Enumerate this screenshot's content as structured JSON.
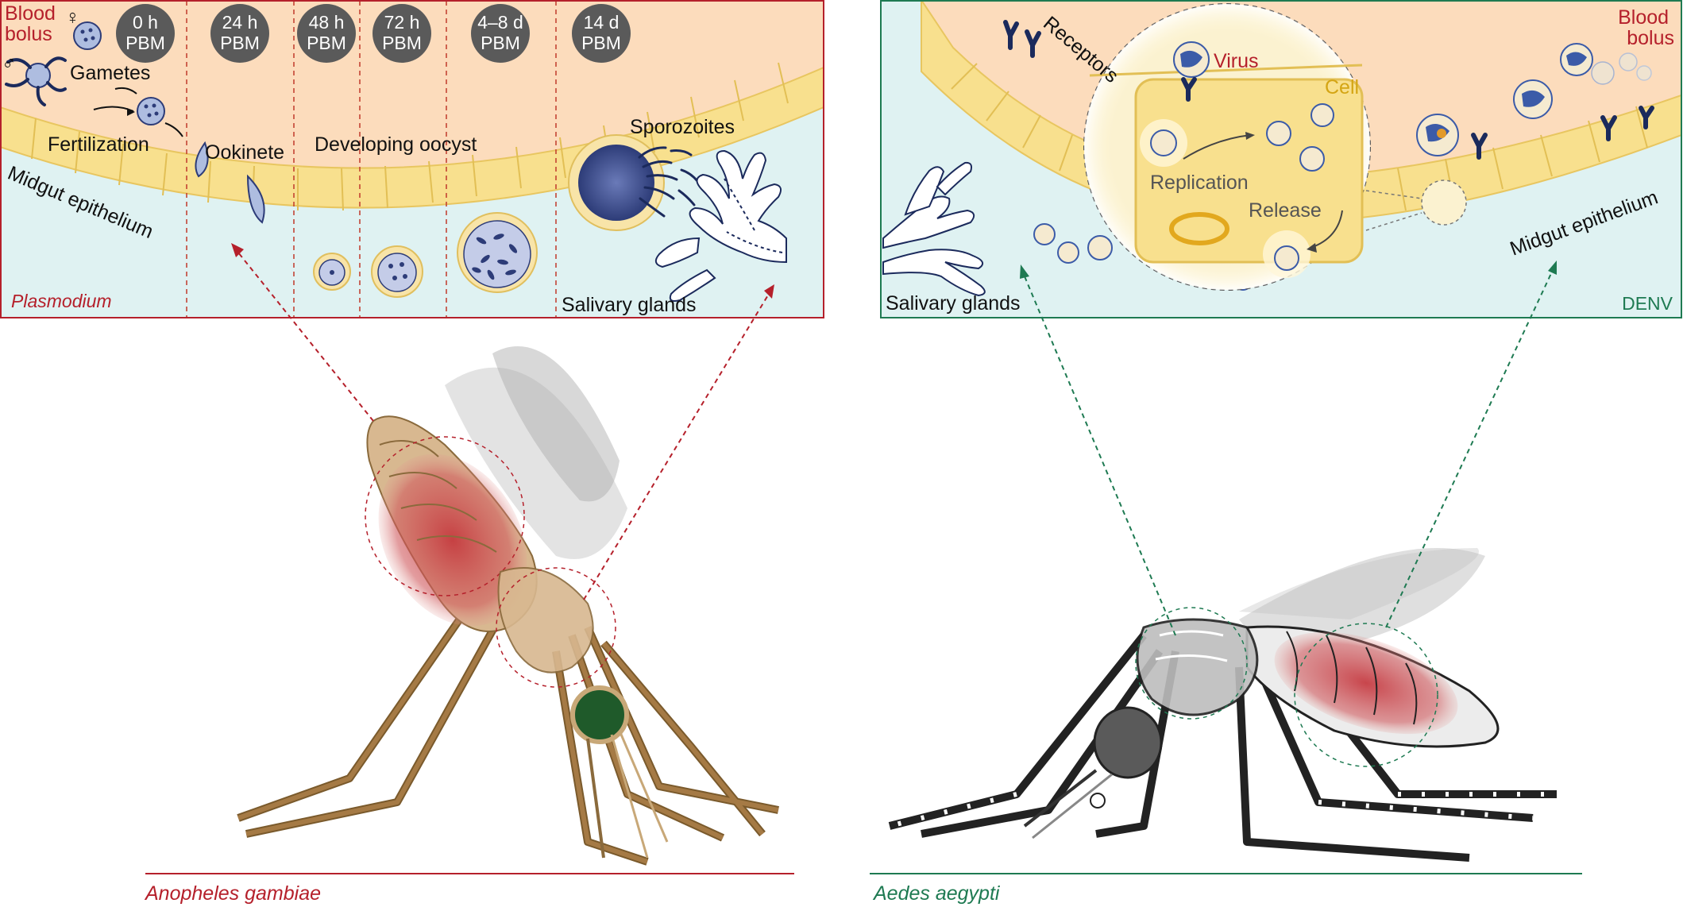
{
  "left_panel": {
    "blood_bolus": "Blood\nbolus",
    "stages": [
      {
        "time": "0 h",
        "unit": "PBM"
      },
      {
        "time": "24 h",
        "unit": "PBM"
      },
      {
        "time": "48 h",
        "unit": "PBM"
      },
      {
        "time": "72 h",
        "unit": "PBM"
      },
      {
        "time": "4–8 d",
        "unit": "PBM"
      },
      {
        "time": "14 d",
        "unit": "PBM"
      }
    ],
    "female_symbol": "♀",
    "male_symbol": "♂",
    "gametes": "Gametes",
    "fertilization": "Fertilization",
    "ookinete": "Ookinete",
    "developing_oocyst": "Developing oocyst",
    "sporozoites": "Sporozoites",
    "midgut_epithelium": "Midgut epithelium",
    "salivary_glands": "Salivary glands",
    "pathogen": "Plasmodium",
    "species": "Anopheles gambiae"
  },
  "right_panel": {
    "blood_bolus": "Blood\nbolus",
    "receptors": "Receptors",
    "virus": "Virus",
    "cell": "Cell",
    "replication": "Replication",
    "release": "Release",
    "midgut_epithelium": "Midgut epithelium",
    "salivary_glands": "Salivary glands",
    "pathogen": "DENV",
    "species": "Aedes aegypti"
  },
  "colors": {
    "plasmodium_red": "#b5202b",
    "denv_green": "#1e7a52",
    "blood_bolus_fill": "#fcdcbc",
    "hemolymph_fill": "#dff2f2",
    "epithelium_fill": "#f8e08e",
    "badge_grey": "#5a5a5a",
    "anopheles_body": "#a57a45",
    "aedes_body": "#222222",
    "blood_red": "#c4333a"
  }
}
